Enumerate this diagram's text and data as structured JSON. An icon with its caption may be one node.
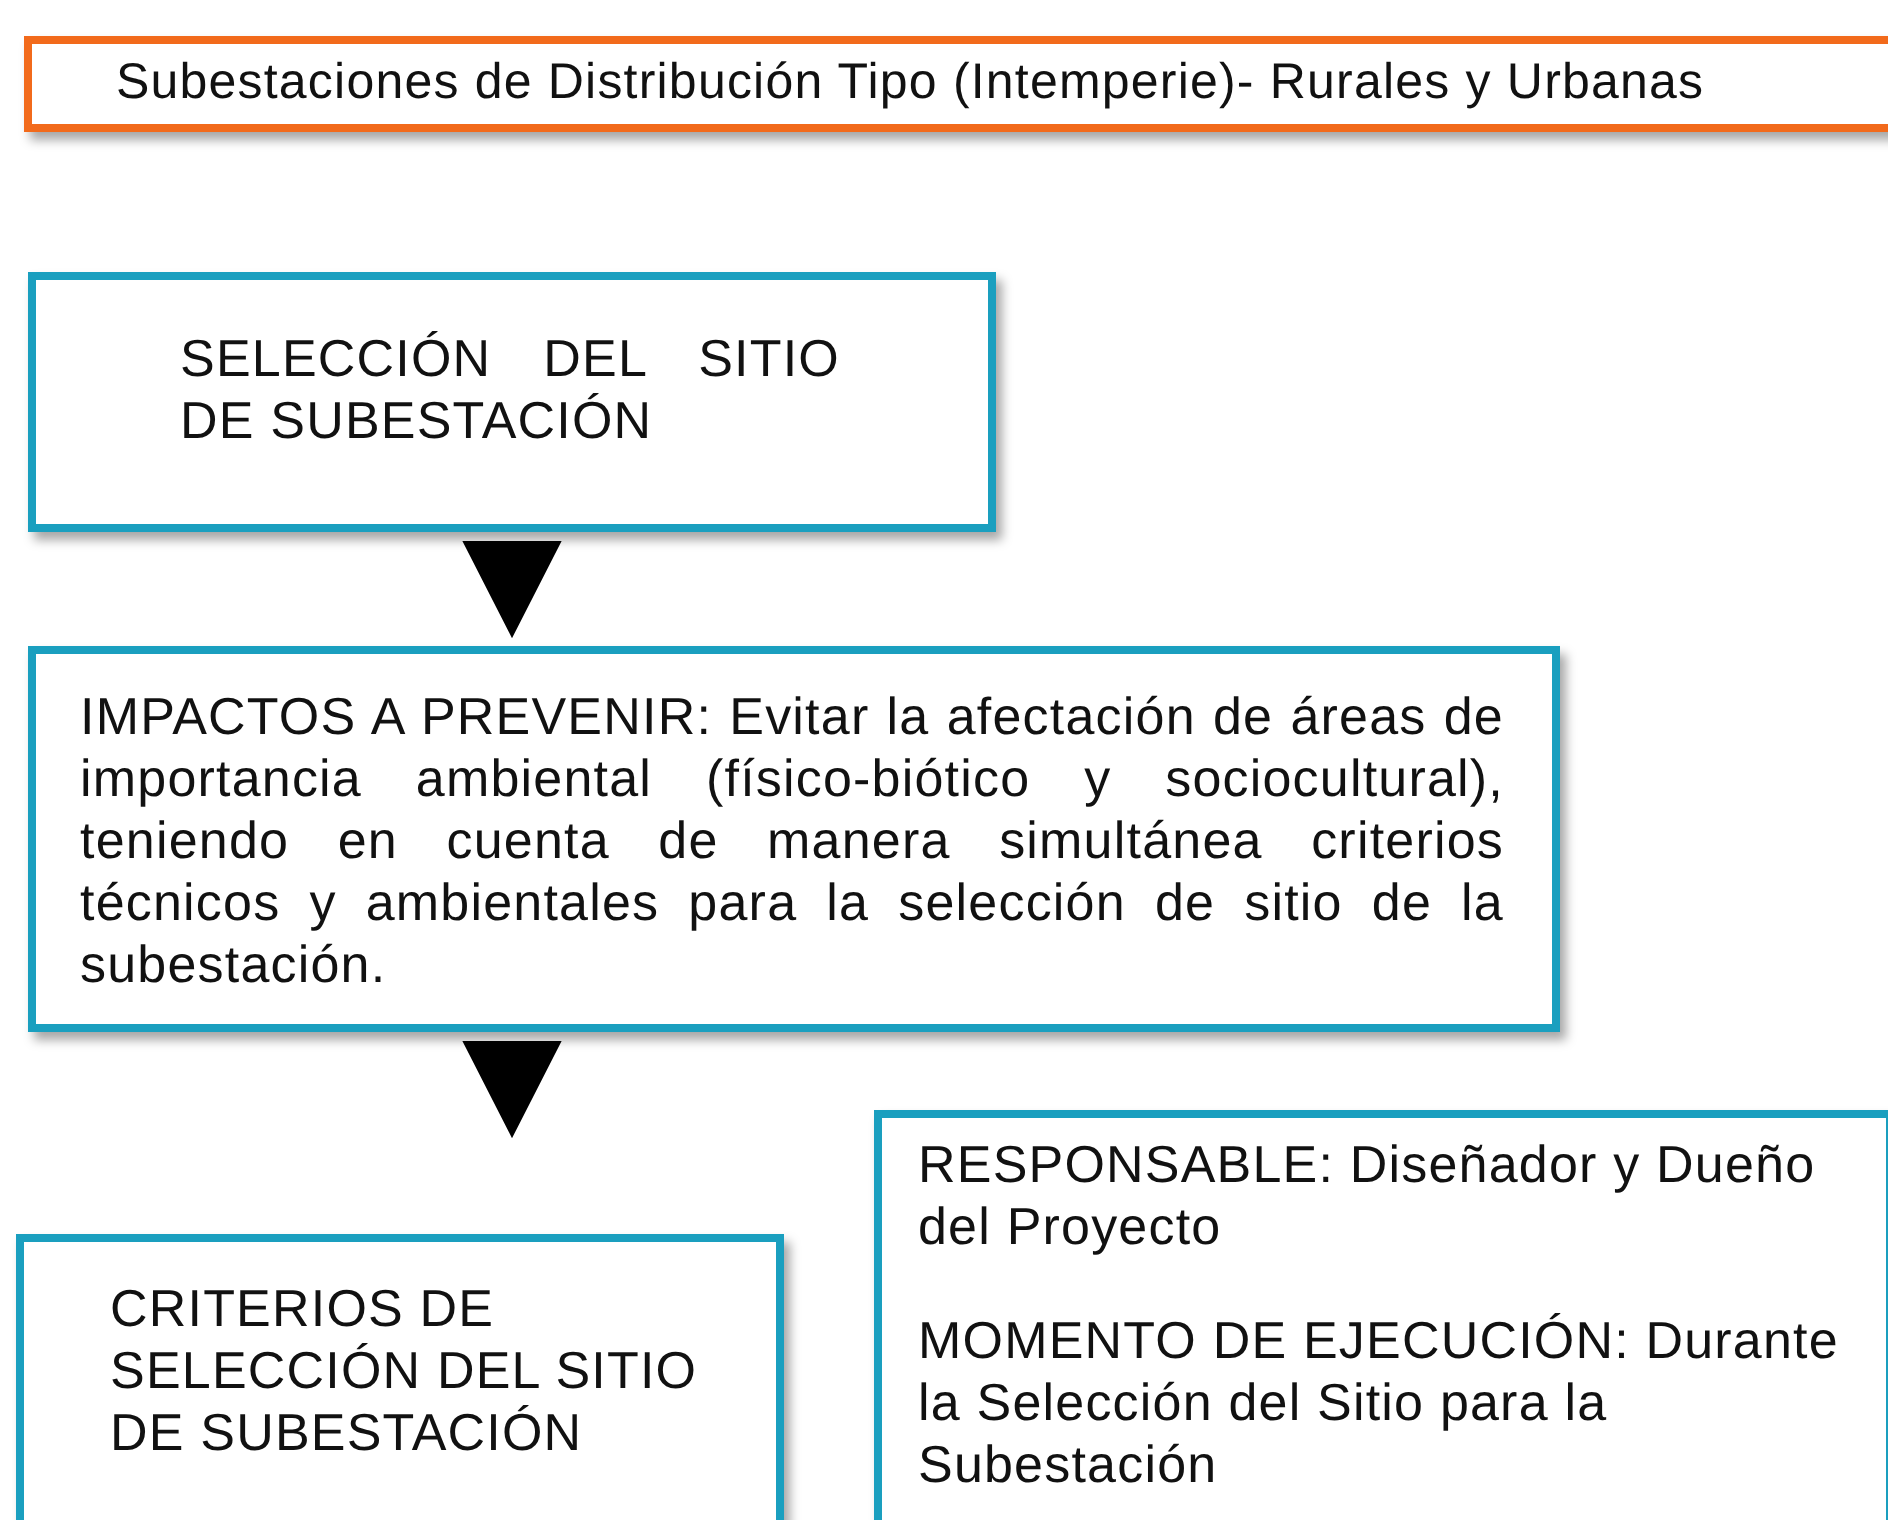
{
  "diagram": {
    "nodes": [
      {
        "text": [
          "Subestaciones de Distribución Tipo (Intemperie)- Rurales y Urbanas"
        ]
      },
      {
        "text": [
          "SELECCIÓN DEL SITIO DE SUBESTACIÓN"
        ]
      },
      {
        "text": [
          "IMPACTOS A PREVENIR: Evitar la afectación de áreas de importancia ambiental (físico-biótico y sociocultural), teniendo en cuenta de manera simultánea criterios técnicos y ambientales para la selección de sitio de la subestación."
        ]
      },
      {
        "text": [
          "CRITERIOS DE SELECCIÓN DEL SITIO DE SUBESTACIÓN"
        ]
      },
      {
        "text": [
          "RESPONSABLE: Diseñador y Dueño del Proyecto",
          "MOMENTO DE EJECUCIÓN: Durante la Selección del Sitio para la Subestación"
        ]
      }
    ],
    "edges": [
      {
        "from": 1,
        "to": 2,
        "arrow": "to"
      },
      {
        "from": 2,
        "to": 3,
        "arrow": "to"
      }
    ]
  }
}
